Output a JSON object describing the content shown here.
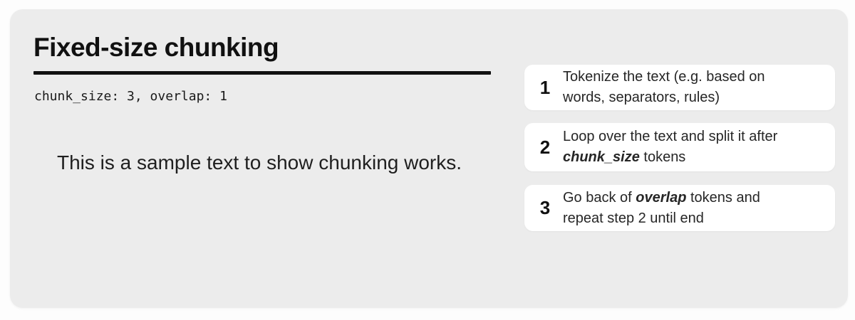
{
  "card": {
    "title": "Fixed-size chunking",
    "params_line": "chunk_size: 3, overlap: 1",
    "sample_text": "This is a sample text to show chunking works."
  },
  "steps": [
    {
      "number": "1",
      "lines": [
        [
          {
            "t": "Tokenize the text (e.g. based on"
          }
        ],
        [
          {
            "t": "words, separators, rules)"
          }
        ]
      ]
    },
    {
      "number": "2",
      "lines": [
        [
          {
            "t": "Loop over the text and split it after"
          }
        ],
        [
          {
            "t": "chunk_size",
            "em": true
          },
          {
            "t": " tokens"
          }
        ]
      ]
    },
    {
      "number": "3",
      "lines": [
        [
          {
            "t": "Go back of "
          },
          {
            "t": "overlap",
            "em": true
          },
          {
            "t": " tokens and"
          }
        ],
        [
          {
            "t": "repeat step 2 until end"
          }
        ]
      ]
    }
  ],
  "colors": {
    "page_background": "#fdfdfd",
    "card_background": "#ececec",
    "step_box_background": "#ffffff",
    "text": "#1f1f1f",
    "title_rule": "#111111"
  }
}
